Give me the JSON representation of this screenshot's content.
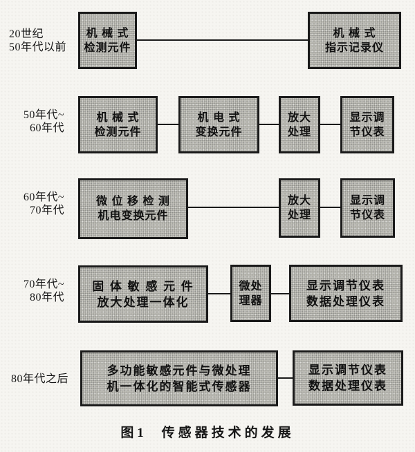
{
  "colors": {
    "background": "#f6f5f1",
    "box_fill": "#c2c1ba",
    "box_border": "#1a1a1a",
    "connector_line": "#1a1a1a",
    "text": "#111111"
  },
  "caption": {
    "label": "图 1",
    "title": "传感器技术的发展"
  },
  "rows": [
    {
      "era_lines": [
        "20世纪",
        "50年代以前"
      ],
      "boxes": [
        {
          "lines": [
            "机 械 式",
            "检测元件"
          ]
        },
        {
          "lines": [
            "机 械 式",
            "指示记录仪"
          ]
        }
      ]
    },
    {
      "era_lines": [
        "50年代~",
        "60年代"
      ],
      "boxes": [
        {
          "lines": [
            "机 械 式",
            "检测元件"
          ]
        },
        {
          "lines": [
            "机 电 式",
            "变换元件"
          ]
        },
        {
          "lines": [
            "放大",
            "处理"
          ]
        },
        {
          "lines": [
            "显示调",
            "节仪表"
          ]
        }
      ]
    },
    {
      "era_lines": [
        "60年代~",
        "70年代"
      ],
      "boxes": [
        {
          "lines": [
            "微 位 移 检 测",
            "机电变换元件"
          ]
        },
        {
          "lines": [
            "放大",
            "处理"
          ]
        },
        {
          "lines": [
            "显示调",
            "节仪表"
          ]
        }
      ]
    },
    {
      "era_lines": [
        "70年代~",
        "80年代"
      ],
      "boxes": [
        {
          "lines": [
            "固 体 敏 感 元 件",
            "放大处理一体化"
          ]
        },
        {
          "lines": [
            "微处",
            "理器"
          ]
        },
        {
          "lines": [
            "显示调节仪表",
            "数据处理仪表"
          ]
        }
      ]
    },
    {
      "era_lines": [
        "80年代之后"
      ],
      "boxes": [
        {
          "lines": [
            "多功能敏感元件与微处理",
            "机一体化的智能式传感器"
          ]
        },
        {
          "lines": [
            "显示调节仪表",
            "数据处理仪表"
          ]
        }
      ]
    }
  ]
}
